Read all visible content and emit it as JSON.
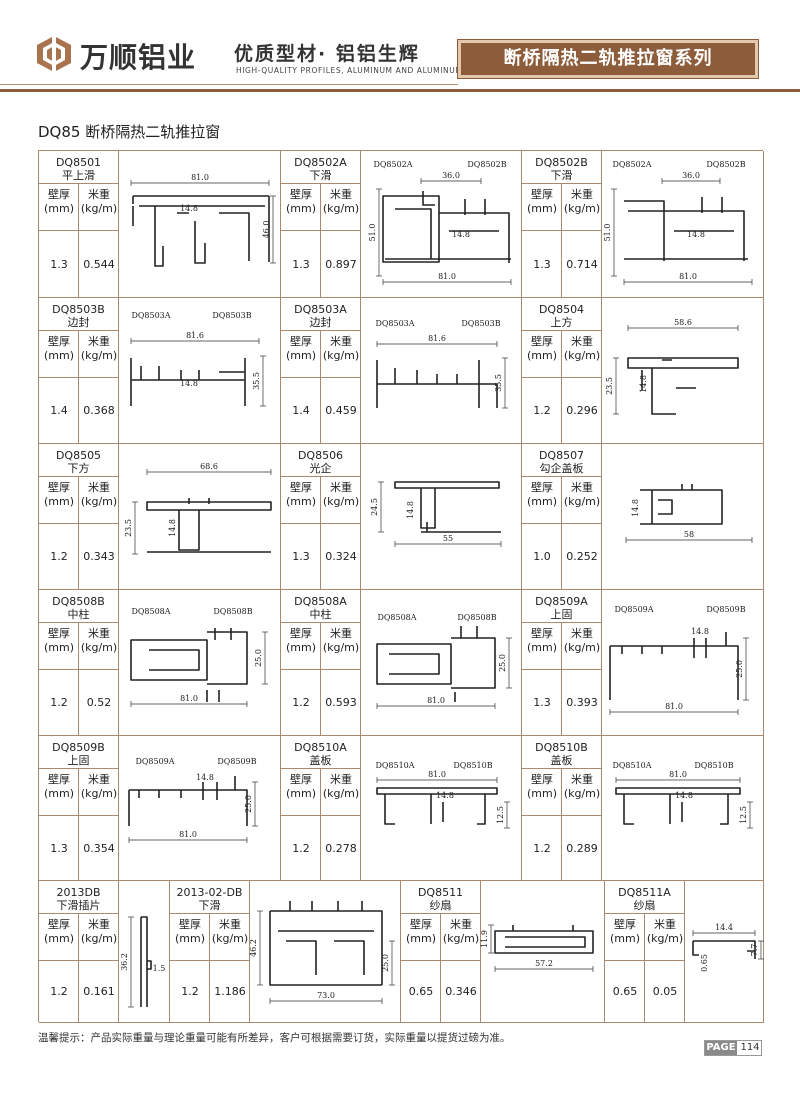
{
  "header": {
    "brand": "万顺铝业",
    "slogan": "优质型材· 铝铝生辉",
    "slogan_en": "HIGH-QUALITY PROFILES, ALUMINUM AND ALUMINUM",
    "series": "断桥隔热二轨推拉窗系列"
  },
  "page_title": "DQ85 断桥隔热二轨推拉窗",
  "col_headers": {
    "thickness": [
      "壁厚",
      "(mm)"
    ],
    "weight": [
      "米重",
      "(kg/m)"
    ]
  },
  "rows": [
    [
      {
        "code": "DQ8501",
        "name": "平上滑",
        "t": "1.3",
        "w": "0.544"
      },
      {
        "code": "DQ8502A",
        "name": "下滑",
        "t": "1.3",
        "w": "0.897"
      },
      {
        "code": "DQ8502B",
        "name": "下滑",
        "t": "1.3",
        "w": "0.714"
      }
    ],
    [
      {
        "code": "DQ8503B",
        "name": "边封",
        "t": "1.4",
        "w": "0.368"
      },
      {
        "code": "DQ8503A",
        "name": "边封",
        "t": "1.4",
        "w": "0.459"
      },
      {
        "code": "DQ8504",
        "name": "上方",
        "t": "1.2",
        "w": "0.296"
      }
    ],
    [
      {
        "code": "DQ8505",
        "name": "下方",
        "t": "1.2",
        "w": "0.343"
      },
      {
        "code": "DQ8506",
        "name": "光企",
        "t": "1.3",
        "w": "0.324"
      },
      {
        "code": "DQ8507",
        "name": "勾企盖板",
        "t": "1.0",
        "w": "0.252"
      }
    ],
    [
      {
        "code": "DQ8508B",
        "name": "中柱",
        "t": "1.2",
        "w": "0.52"
      },
      {
        "code": "DQ8508A",
        "name": "中柱",
        "t": "1.2",
        "w": "0.593"
      },
      {
        "code": "DQ8509A",
        "name": "上固",
        "t": "1.3",
        "w": "0.393"
      }
    ],
    [
      {
        "code": "DQ8509B",
        "name": "上固",
        "t": "1.3",
        "w": "0.354"
      },
      {
        "code": "DQ8510A",
        "name": "盖板",
        "t": "1.2",
        "w": "0.278"
      },
      {
        "code": "DQ8510B",
        "name": "盖板",
        "t": "1.2",
        "w": "0.289"
      }
    ],
    [
      {
        "code": "2013DB",
        "name": "下滑插片",
        "t": "1.2",
        "w": "0.161"
      },
      {
        "code": "2013-02-DB",
        "name": "下滑",
        "t": "1.2",
        "w": "1.186"
      },
      {
        "code": "DQ8511",
        "name": "纱扇",
        "t": "0.65",
        "w": "0.346"
      },
      {
        "code": "DQ8511A",
        "name": "纱扇",
        "t": "0.65",
        "w": "0.05"
      }
    ]
  ],
  "drawing_labels": {
    "d8501": {
      "w": "81.0",
      "h": "46.0",
      "g": "14.8"
    },
    "d8502a": {
      "a": "DQ8502A",
      "b": "DQ8502B",
      "top": "36.0",
      "h": "51.0",
      "g": "14.8",
      "w": "81.0"
    },
    "d8502b": {
      "a": "DQ8502A",
      "b": "DQ8502B",
      "top": "36.0",
      "h": "51.0",
      "g": "14.8",
      "w": "81.0"
    },
    "d8503b": {
      "a": "DQ8503A",
      "b": "DQ8503B",
      "w": "81.6",
      "h": "35.5",
      "g": "14.8"
    },
    "d8503a": {
      "a": "DQ8503A",
      "b": "DQ8503B",
      "w": "81.6",
      "h": "35.5"
    },
    "d8504": {
      "w": "58.6",
      "h": "23.5",
      "g": "14.8"
    },
    "d8505": {
      "w": "68.6",
      "h": "23.5",
      "g": "14.8"
    },
    "d8506": {
      "h": "24.5",
      "g": "14.8",
      "w": "55"
    },
    "d8507": {
      "g": "14.8",
      "w": "58"
    },
    "d8508b": {
      "a": "DQ8508A",
      "b": "DQ8508B",
      "h": "25.0",
      "w": "81.0"
    },
    "d8508a": {
      "a": "DQ8508A",
      "b": "DQ8508B",
      "h": "25.0",
      "w": "81.0"
    },
    "d8509a": {
      "a": "DQ8509A",
      "b": "DQ8509B",
      "g": "14.8",
      "h": "25.0",
      "w": "81.0"
    },
    "d8509b": {
      "a": "DQ8509A",
      "b": "DQ8509B",
      "g": "14.8",
      "h": "25.0",
      "w": "81.0"
    },
    "d8510a": {
      "a": "DQ8510A",
      "b": "DQ8510B",
      "w": "81.0",
      "g": "14.8",
      "h": "12.5"
    },
    "d8510b": {
      "a": "DQ8510A",
      "b": "DQ8510B",
      "w": "81.0",
      "g": "14.8",
      "h": "12.5"
    },
    "d2013db": {
      "h": "36.2",
      "g": "1.5"
    },
    "d201302": {
      "h": "46.2",
      "h2": "25.0",
      "w": "73.0"
    },
    "d8511": {
      "h": "11.9",
      "w": "57.2"
    },
    "d8511a": {
      "w": "14.4",
      "h": "7.7",
      "t": "0.65"
    }
  },
  "footer_note": "温馨提示：产品实际重量与理论重量可能有所差异，客户可根据需要订货，实际重量以提货过磅为准。",
  "page": {
    "label": "PAGE",
    "number": "114"
  }
}
